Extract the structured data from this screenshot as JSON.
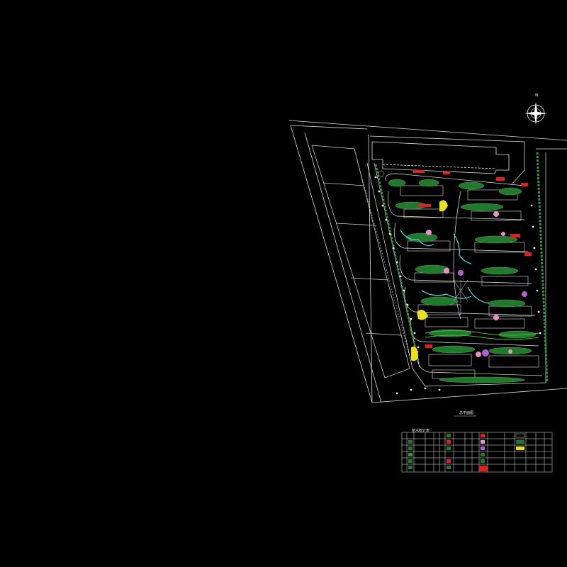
{
  "drawing": {
    "north_label": "N",
    "plan_title": "总平面图",
    "legend_title": "苗木统计表"
  },
  "colors": {
    "background": "#000000",
    "linework": "#ffffff",
    "evergreen": "#1f7a2b",
    "flowering_red": "#e02020",
    "flowering_pink": "#e890c8",
    "water_cyan": "#40e0e0",
    "lawn_yellow": "#e8e020",
    "purple": "#b060d0"
  },
  "legend": {
    "rows": 6,
    "columns": 17
  }
}
